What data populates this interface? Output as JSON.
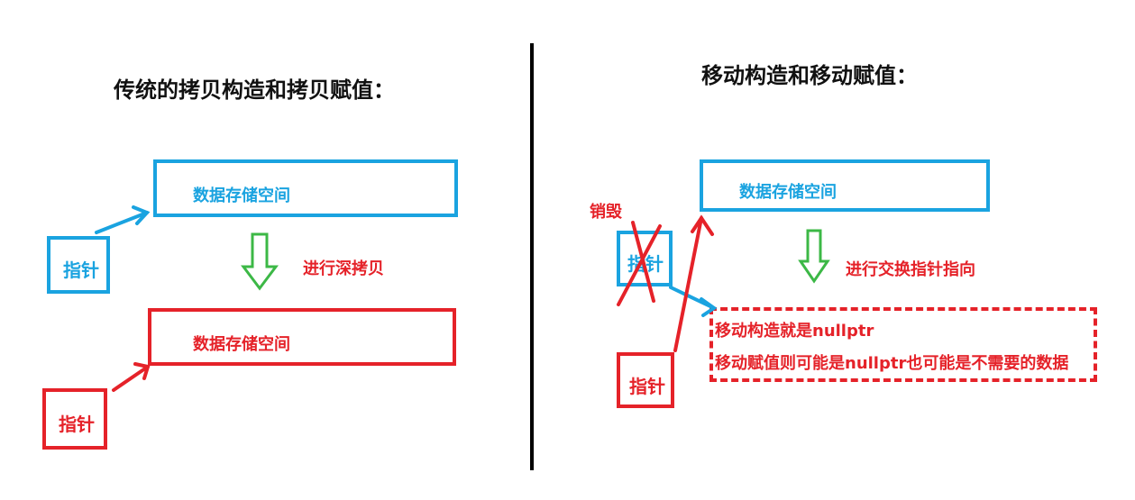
{
  "left": {
    "title": "传统的拷贝构造和拷贝赋值：",
    "storage_top": "数据存储空间",
    "storage_bottom": "数据存储空间",
    "pointer_top": "指针",
    "pointer_bottom": "指针",
    "action": "进行深拷贝"
  },
  "right": {
    "title": "移动构造和移动赋值：",
    "storage": "数据存储空间",
    "destroyed_label": "销毁",
    "pointer_old": "指针",
    "pointer_new": "指针",
    "action": "进行交换指针指向",
    "note_line1": "移动构造就是nullptr",
    "note_line2": "移动赋值则可能是nullptr也可能是不需要的数据"
  },
  "colors": {
    "blue": "#1aa3e0",
    "red": "#e52229",
    "green": "#3cb846",
    "divider": "#000000"
  }
}
